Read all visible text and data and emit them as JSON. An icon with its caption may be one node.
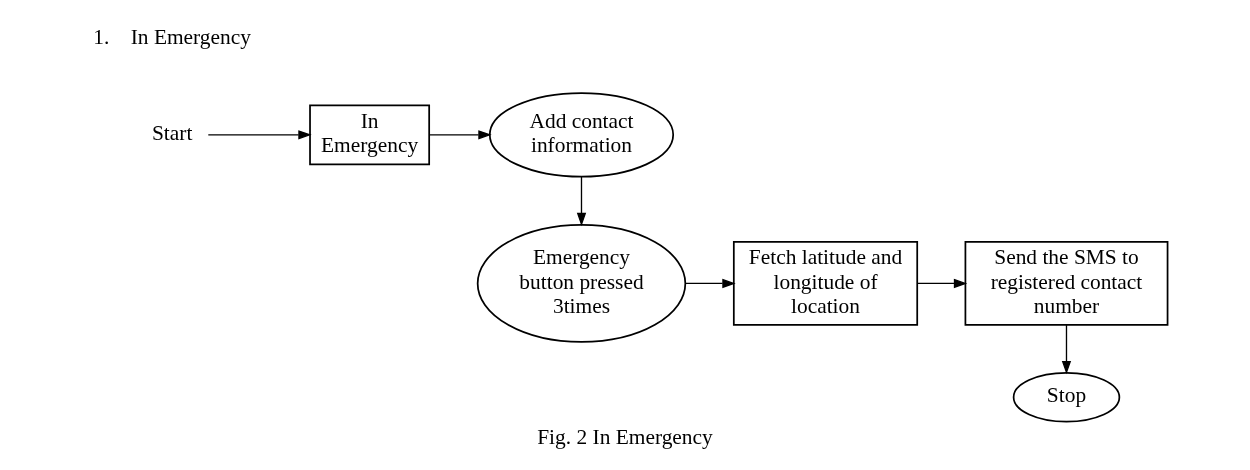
{
  "diagram": {
    "caption": "Fig. 2 In Emergency",
    "nodes": [
      {
        "text": [
          "Start"
        ]
      },
      {
        "text": [
          "In Emergency"
        ]
      },
      {
        "text": [
          "Add contact information"
        ]
      },
      {
        "text": [
          "Emergency button pressed 3times"
        ]
      },
      {
        "text": [
          "Fetch latitude and longitude of location"
        ]
      },
      {
        "text": [
          "Send the SMS to registered contact number"
        ]
      },
      {
        "text": [
          "Stop"
        ]
      }
    ],
    "edges": [
      {
        "from": 0,
        "to": 1,
        "arrow": "to"
      },
      {
        "from": 1,
        "to": 2,
        "arrow": "to"
      },
      {
        "from": 2,
        "to": 3,
        "arrow": "to"
      },
      {
        "from": 3,
        "to": 4,
        "arrow": "to"
      },
      {
        "from": 4,
        "to": 5,
        "arrow": "to"
      },
      {
        "from": 5,
        "to": 6,
        "arrow": "to"
      }
    ],
    "labels": [
      "1.    In Emergency"
    ]
  }
}
